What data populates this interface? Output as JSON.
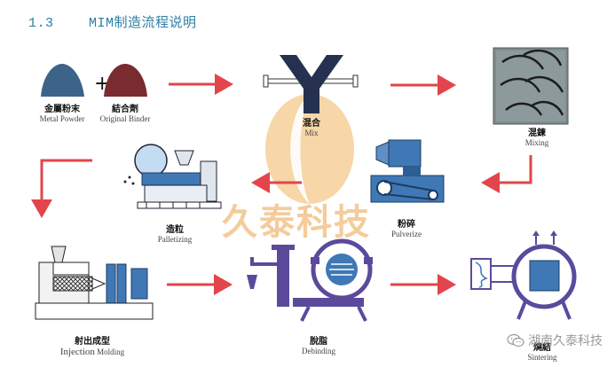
{
  "section": {
    "number": "1.3",
    "title": "MIM制造流程说明"
  },
  "steps": {
    "metal_powder": {
      "cn": "金屬粉末",
      "en": "Metal Powder"
    },
    "binder": {
      "cn": "結合劑",
      "en": "Original Binder"
    },
    "plus": "+",
    "mix": {
      "cn": "混合",
      "en": "Mix"
    },
    "mixing": {
      "cn": "混鍊",
      "en": "Mixing"
    },
    "pulverize": {
      "cn": "粉碎",
      "en": "Pulverize"
    },
    "palletizing": {
      "cn": "造粒",
      "en": "Palletizing"
    },
    "injection": {
      "cn": "射出成型",
      "en_a": "Injection",
      "en_b": "Molding"
    },
    "debinding": {
      "cn": "脫脂",
      "en": "Debinding"
    },
    "sintering": {
      "cn": "燒結",
      "en": "Sintering"
    }
  },
  "watermark": "久泰科技",
  "brand": {
    "text": "湖南久泰科技",
    "icon": "wechat-icon"
  },
  "colors": {
    "title": "#2e7ea6",
    "arrow": "#e2454b",
    "machine_blue": "#3f78b5",
    "machine_purple": "#5b4a9c",
    "powder": "#3e6388",
    "binder": "#7a2b30",
    "watermark": "#f3c48a"
  }
}
